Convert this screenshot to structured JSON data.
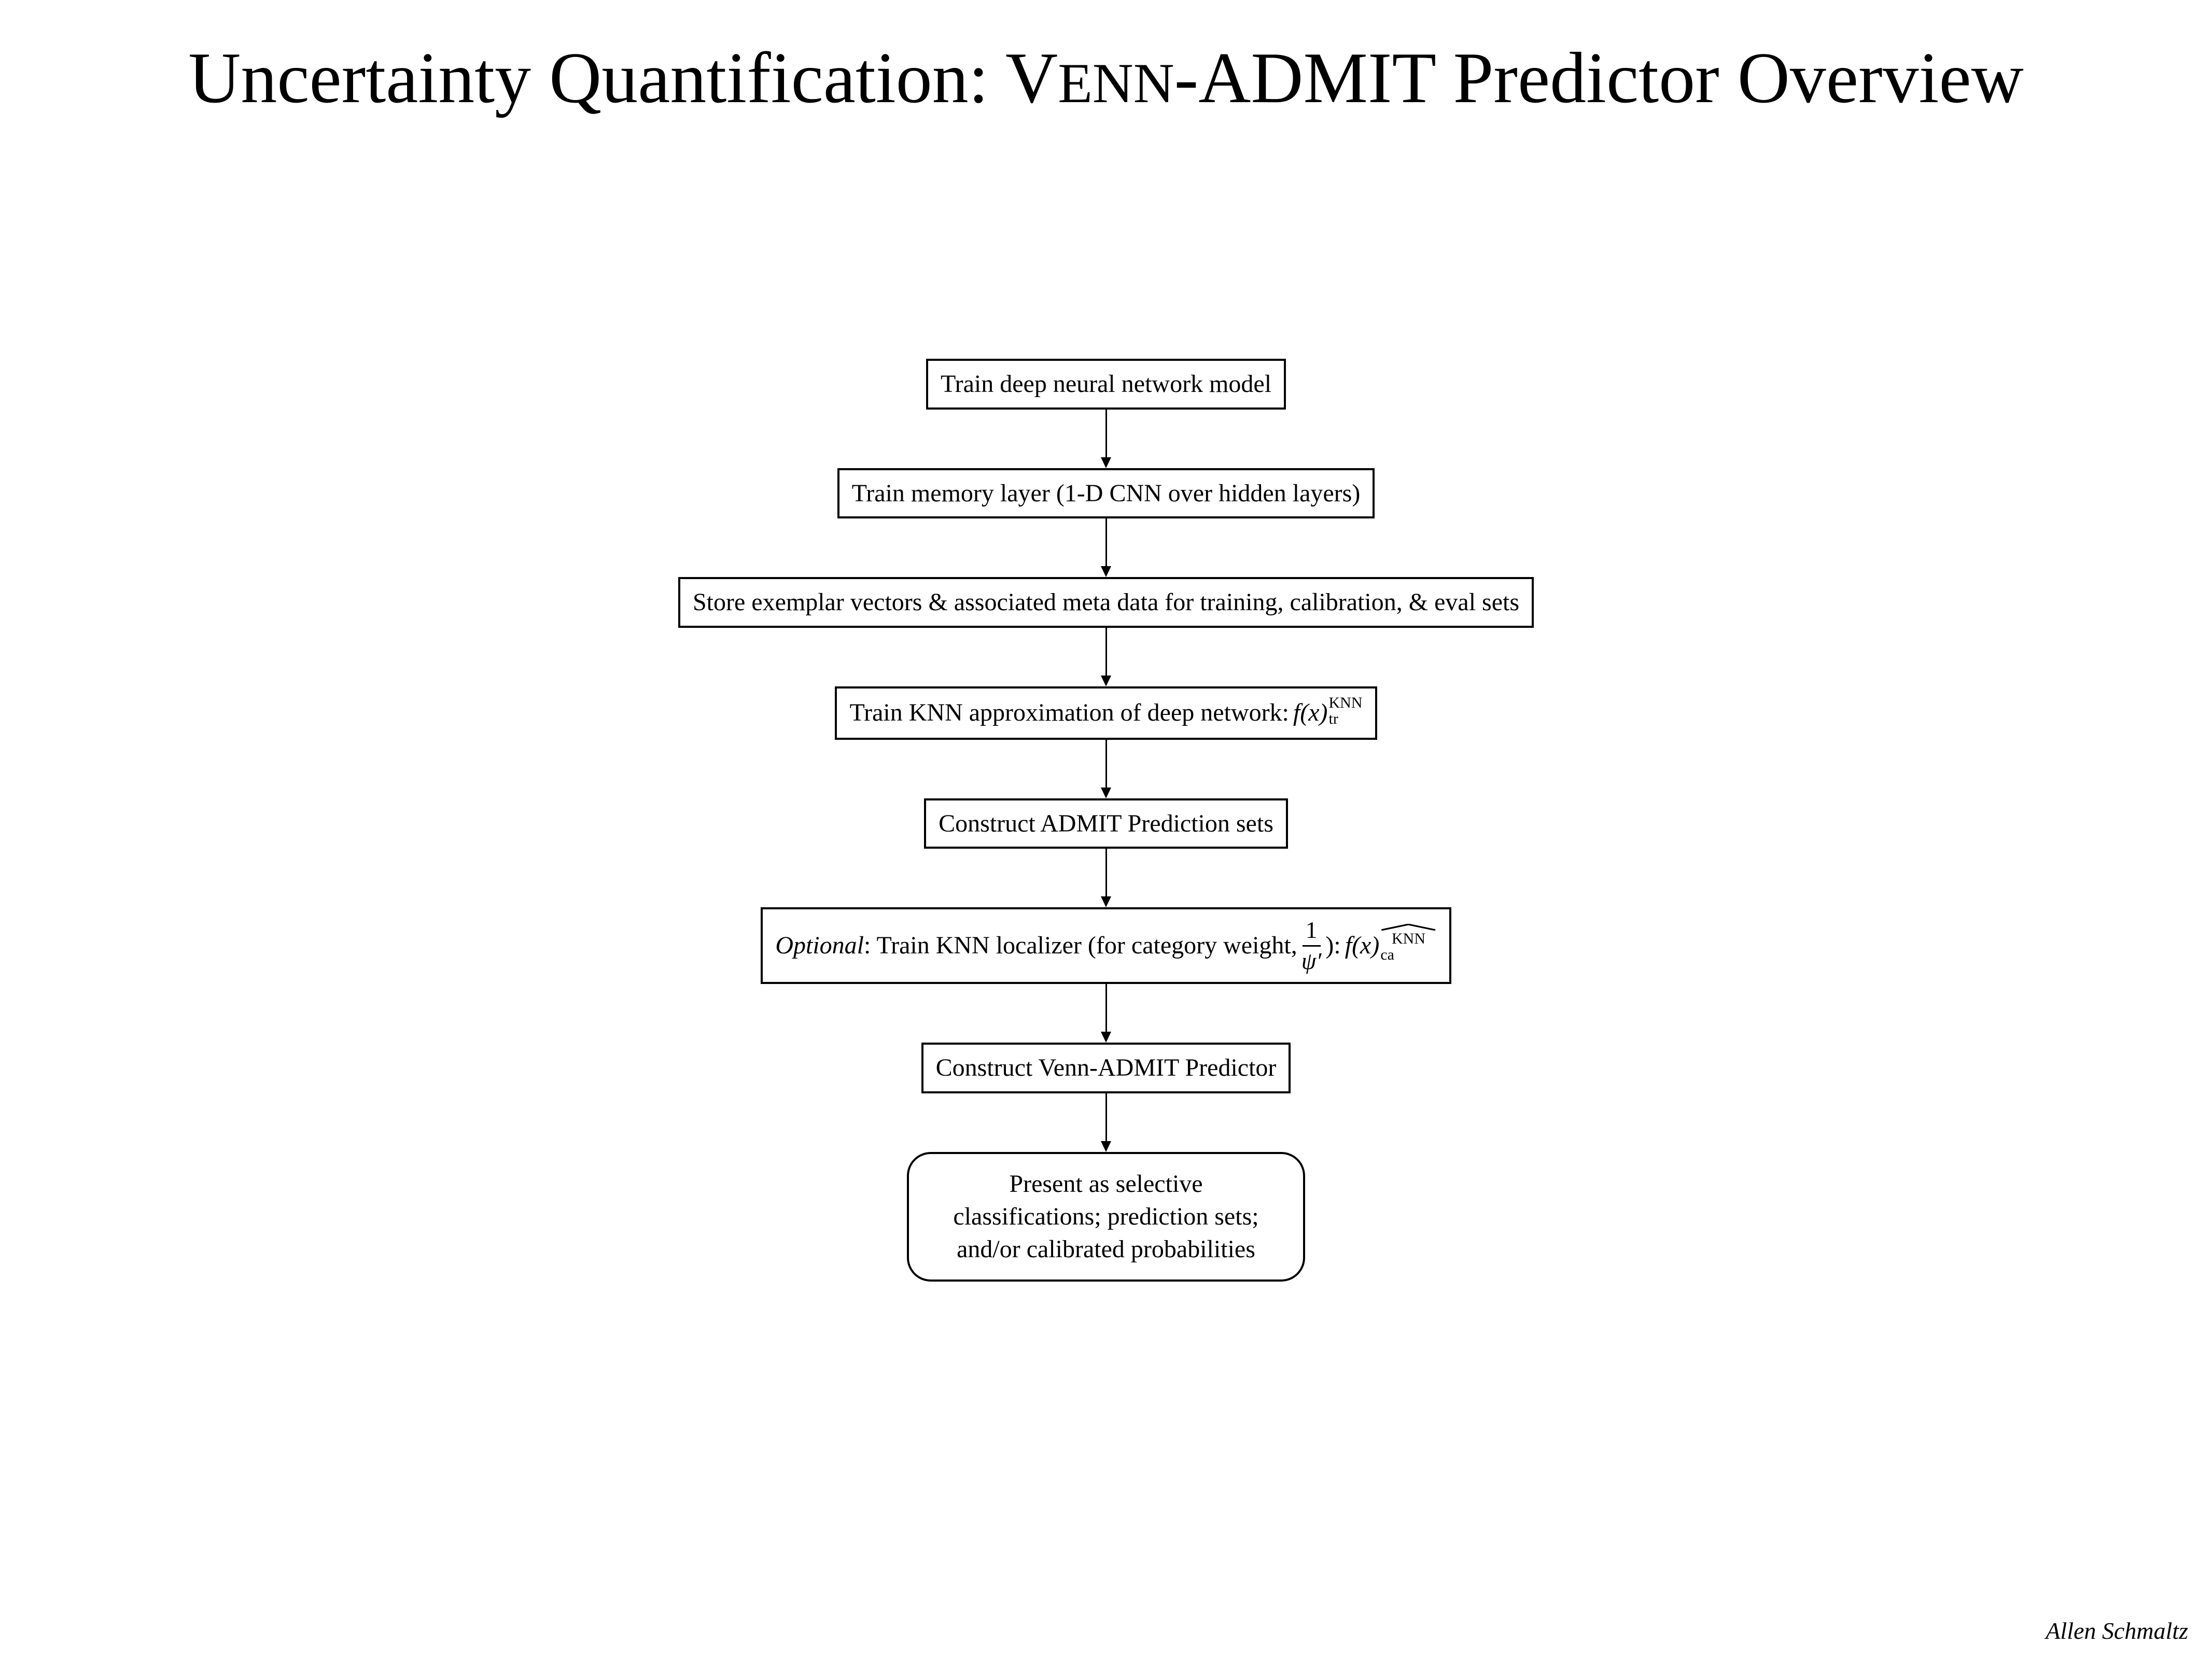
{
  "title": {
    "prefix": "Uncertainty Quantification: ",
    "venn_v": "V",
    "venn_rest": "ENN",
    "suffix": "-ADMIT Predictor Overview"
  },
  "flowchart": {
    "step1": {
      "label": "Train deep neural network model"
    },
    "step2": {
      "label": "Train memory layer (1-D CNN over hidden layers)"
    },
    "step3": {
      "label": "Store exemplar vectors & associated meta data for training, calibration, & eval sets"
    },
    "step4": {
      "prefix": "Train KNN approximation of deep network: ",
      "fx": "f(x)",
      "sup": "KNN",
      "sub": "tr"
    },
    "step5": {
      "label": "Construct ADMIT Prediction sets"
    },
    "step6": {
      "optional_label": "Optional",
      "mid": ": Train KNN localizer (for category weight, ",
      "frac_num": "1",
      "frac_den": "ψ′",
      "after": "): ",
      "fx": "f(x)",
      "sup": "KNN",
      "sub": "ca"
    },
    "step7": {
      "label": "Construct Venn-ADMIT Predictor"
    },
    "step8": {
      "line1": "Present as selective",
      "line2": "classifications; prediction sets;",
      "line3": "and/or calibrated probabilities"
    }
  },
  "footer": {
    "author": "Allen Schmaltz"
  }
}
